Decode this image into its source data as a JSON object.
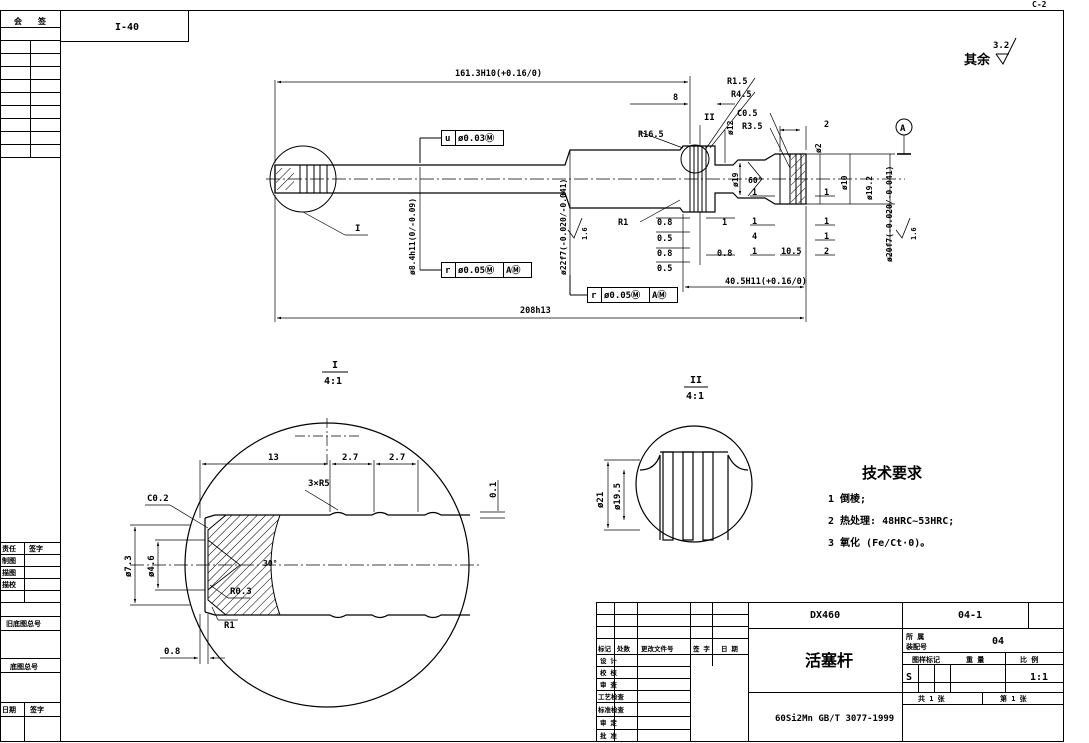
{
  "sheet": {
    "corner_code": "C-2",
    "drawing_code": "I-40",
    "side_header": [
      "会",
      "签"
    ],
    "side_labels": [
      "责任",
      "签字",
      "制图",
      "描图",
      "描校",
      "旧底图总号",
      "底图总号",
      "日期",
      "签字"
    ]
  },
  "roughness": {
    "prefix": "其余",
    "value": "3.2"
  },
  "datum": "A",
  "dimensions": {
    "len_161": "161.3H10(+0.16/0)",
    "len_208": "208h13",
    "len_40": "40.5H11(+0.16/0)",
    "d8": "ø8.4h11(0/-0.09)",
    "d22": "ø22f7(-0.020/-0.041)",
    "d20": "ø20f7(-0.020/-0.041)",
    "d19_2": "ø19.2",
    "d10": "ø10",
    "d2": "ø2",
    "d19": "ø19",
    "d12": "ø12",
    "r1_5": "R1.5",
    "r4_5": "R4.5",
    "c0_5": "C0.5",
    "r3_5": "R3.5",
    "r16_5": "R16.5",
    "r1": "R1",
    "ang60": "60°",
    "n8": "8",
    "n2": "2",
    "n1a": "1",
    "n1b": "1",
    "n1c": "1",
    "n4": "4",
    "n1d": "1",
    "n1e": "1",
    "n1f": "1",
    "n2b": "2",
    "n10_5": "10.5",
    "n0_8a": "0.8",
    "n0_5a": "0.5",
    "n0_8b": "0.8",
    "n0_5b": "0.5",
    "n0_8c": "0.8",
    "rough_1_6a": "1.6",
    "rough_1_6b": "1.6",
    "view_I": "I",
    "view_II": "II"
  },
  "tolerances": {
    "u": {
      "sym": "u",
      "val": "ø0.03Ⓜ"
    },
    "r1": {
      "sym": "r",
      "val": "ø0.05Ⓜ",
      "ref": "AⓂ"
    },
    "r2": {
      "sym": "r",
      "val": "ø0.05Ⓜ",
      "ref": "AⓂ"
    }
  },
  "detail_I": {
    "label": "I",
    "scale": "4:1",
    "d13": "13",
    "d2_7a": "2.7",
    "d2_7b": "2.7",
    "d0_1": "0.1",
    "grooves": "3×R5",
    "c0_2": "C0.2",
    "d7_3": "ø7.3",
    "d4_6": "ø4.6",
    "ang30": "30°",
    "r0_3": "R0.3",
    "r1": "R1",
    "d0_8": "0.8"
  },
  "detail_II": {
    "label": "II",
    "scale": "4:1",
    "d21": "ø21",
    "d19_5": "ø19.5"
  },
  "tech": {
    "title": "技术要求",
    "items": [
      "1  倒棱;",
      "2  热处理: 48HRC~53HRC;",
      "3  氧化 (Fe/Ct·0)。"
    ]
  },
  "title_block": {
    "code": "DX460",
    "number": "04-1",
    "part_name": "活塞杆",
    "material": "60Si2Mn GB/T 3077-1999",
    "belongs_label": "所 属",
    "belongs_label2": "装配号",
    "assembly_no": "04",
    "stage_label": "图样标记",
    "weight_label": "重 量",
    "scale_label": "比 例",
    "stage": "S",
    "scale": "1:1",
    "total_label": "共  1  张",
    "sheet_label": "第  1  张",
    "rev_headers": [
      "标记",
      "处数",
      "更改文件号",
      "签 字",
      "日 期"
    ],
    "roles": [
      "设 计",
      "校 核",
      "审 查",
      "工艺检查",
      "标准检查",
      "审 定",
      "批 准"
    ]
  }
}
